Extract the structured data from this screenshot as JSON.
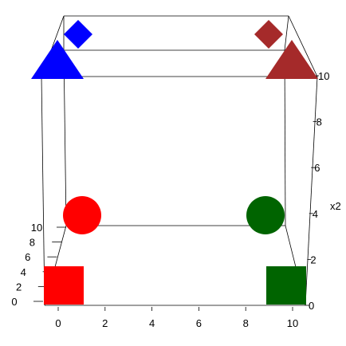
{
  "chart_data": {
    "type": "scatter3d",
    "axes": {
      "x": {
        "ticks": [
          0,
          2,
          4,
          6,
          8,
          10
        ],
        "range": [
          0,
          10
        ],
        "label": ""
      },
      "y": {
        "ticks": [
          0,
          2,
          4,
          6,
          8,
          10
        ],
        "range": [
          0,
          10
        ],
        "label": ""
      },
      "z": {
        "ticks": [
          0,
          2,
          4,
          6,
          8,
          10
        ],
        "range": [
          0,
          10
        ],
        "label": "x2"
      }
    },
    "grid": false,
    "box": true,
    "points": [
      {
        "x": 0,
        "y": 0,
        "z": 0,
        "shape": "square",
        "color": "#ff0000"
      },
      {
        "x": 10,
        "y": 0,
        "z": 0,
        "shape": "square",
        "color": "#006400"
      },
      {
        "x": 0,
        "y": 10,
        "z": 0,
        "shape": "circle",
        "color": "#ff0000"
      },
      {
        "x": 10,
        "y": 10,
        "z": 0,
        "shape": "circle",
        "color": "#006400"
      },
      {
        "x": 0,
        "y": 0,
        "z": 10,
        "shape": "triangle",
        "color": "#0000ff"
      },
      {
        "x": 10,
        "y": 0,
        "z": 10,
        "shape": "triangle",
        "color": "#a52a2a"
      },
      {
        "x": 0,
        "y": 10,
        "z": 10,
        "shape": "diamond",
        "color": "#0000ff"
      },
      {
        "x": 10,
        "y": 10,
        "z": 10,
        "shape": "diamond",
        "color": "#a52a2a"
      }
    ]
  }
}
